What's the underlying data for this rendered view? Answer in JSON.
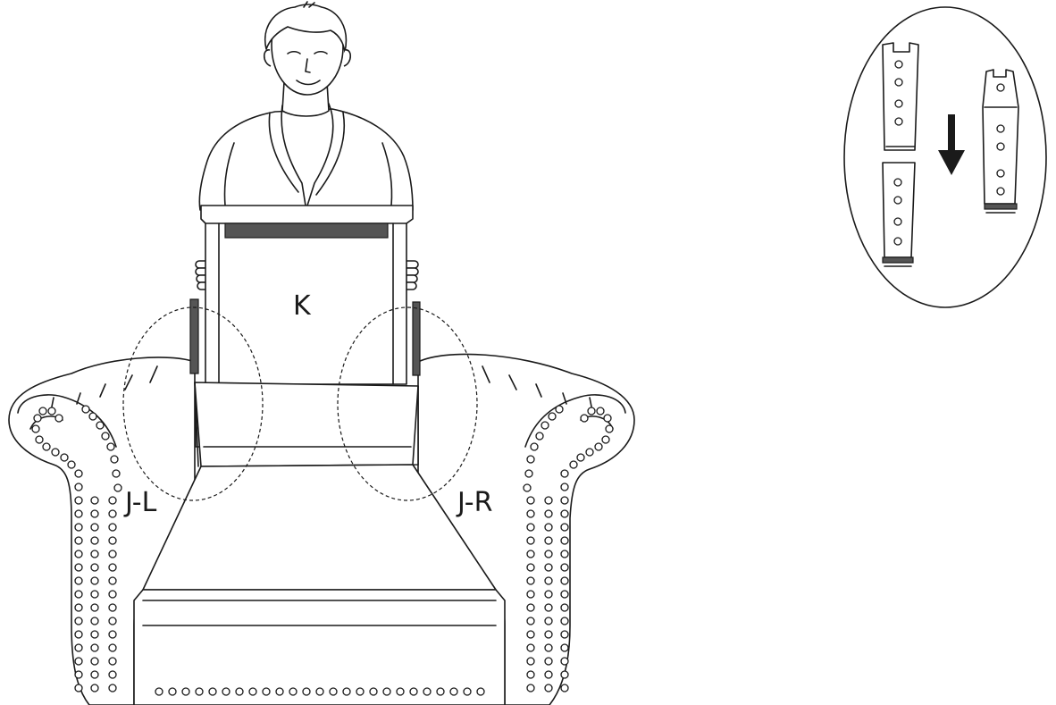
{
  "labels": {
    "back_cushion": "K",
    "left_arm": "J-L",
    "right_arm": "J-R"
  },
  "colors": {
    "line": "#1a1a1a",
    "bracket_fill": "#555555",
    "background": "#ffffff"
  }
}
